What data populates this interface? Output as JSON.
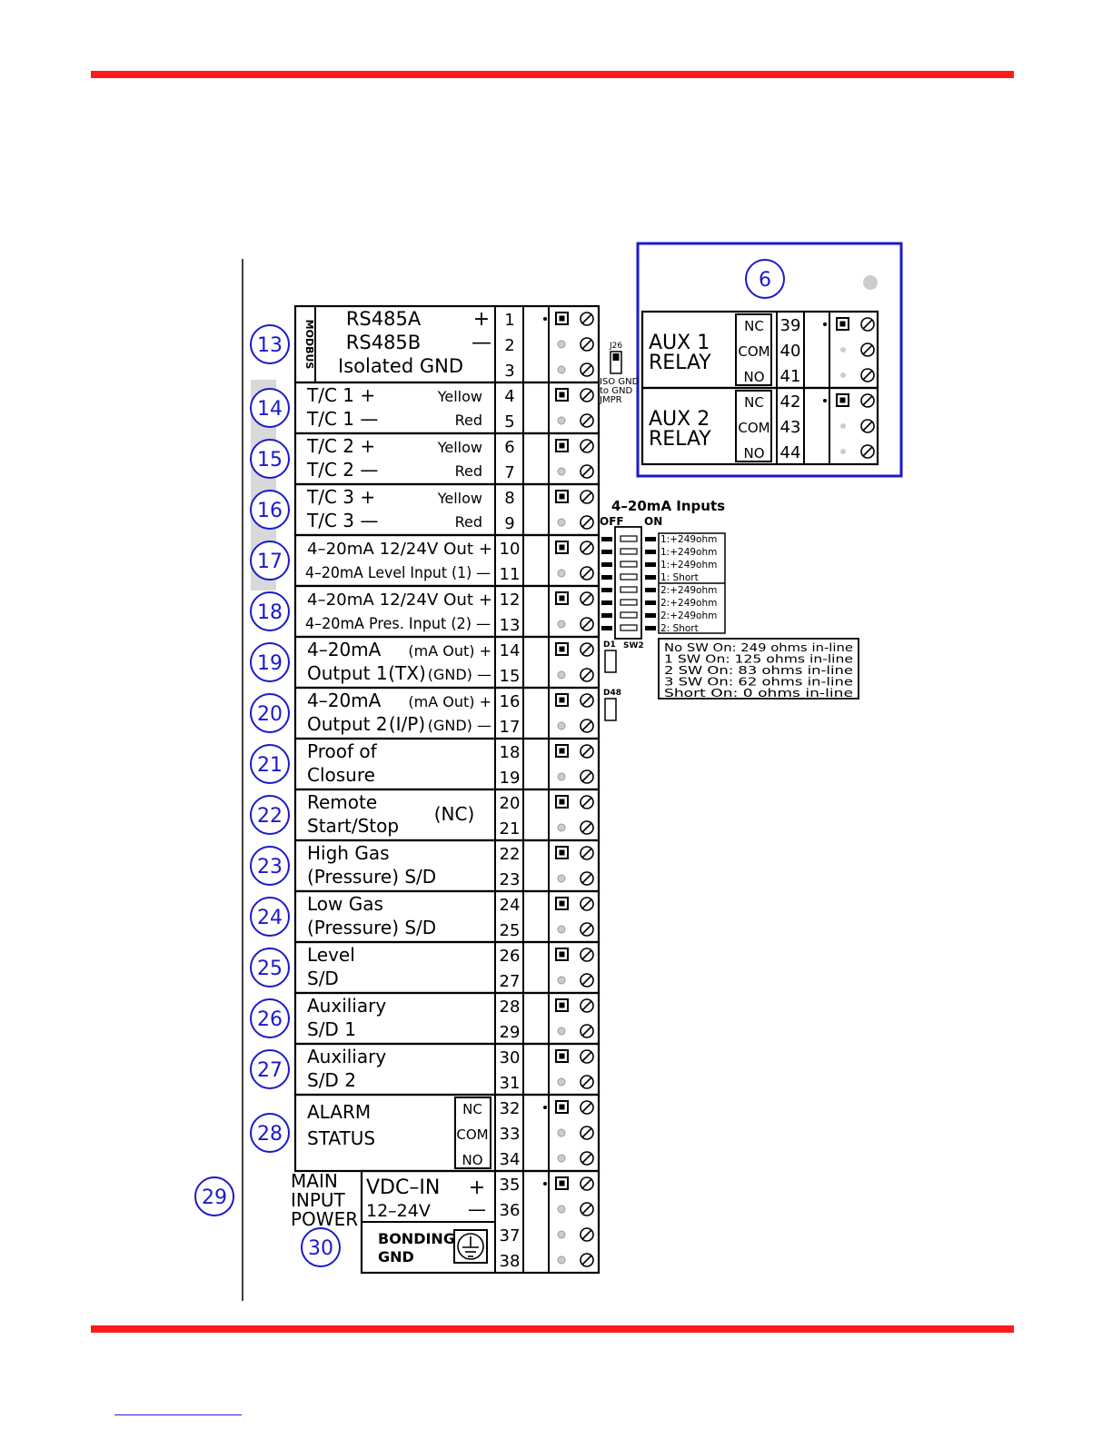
{
  "colors": {
    "rule": "#ff1a1a",
    "callout": "#1a1acc",
    "aux_box": "#1a1acc",
    "line": "#000000"
  },
  "modbus_label": "MODBUS",
  "rows": [
    {
      "b": [
        "13"
      ],
      "parts": [
        {
          "t": "RS485A",
          "pos": "c1",
          "r": 1
        },
        {
          "t": "+",
          "pos": "sign",
          "r": 1
        },
        {
          "t": "RS485B",
          "pos": "c2",
          "r": 2
        },
        {
          "t": "—",
          "pos": "sign",
          "r": 2
        },
        {
          "t": "Isolated GND",
          "pos": "c3",
          "r": 3
        }
      ],
      "terms": [
        "1",
        "2",
        "3"
      ],
      "dot": true,
      "modbus": true
    },
    {
      "b": [
        "14"
      ],
      "parts": [
        {
          "t": "T/C 1 +",
          "pos": "l",
          "r": 1
        },
        {
          "t": "Yellow",
          "pos": "rs",
          "r": 1
        },
        {
          "t": "T/C 1 —",
          "pos": "l",
          "r": 2
        },
        {
          "t": "Red",
          "pos": "rs",
          "r": 2
        }
      ],
      "terms": [
        "4",
        "5"
      ]
    },
    {
      "b": [
        "15"
      ],
      "parts": [
        {
          "t": "T/C 2 +",
          "pos": "l",
          "r": 1
        },
        {
          "t": "Yellow",
          "pos": "rs",
          "r": 1
        },
        {
          "t": "T/C 2 —",
          "pos": "l",
          "r": 2
        },
        {
          "t": "Red",
          "pos": "rs",
          "r": 2
        }
      ],
      "terms": [
        "6",
        "7"
      ]
    },
    {
      "b": [
        "16"
      ],
      "parts": [
        {
          "t": "T/C 3 +",
          "pos": "l",
          "r": 1
        },
        {
          "t": "Yellow",
          "pos": "rs",
          "r": 1
        },
        {
          "t": "T/C 3 —",
          "pos": "l",
          "r": 2
        },
        {
          "t": "Red",
          "pos": "rs",
          "r": 2
        }
      ],
      "terms": [
        "8",
        "9"
      ]
    },
    {
      "b": [
        "17"
      ],
      "parts": [
        {
          "t": "4–20mA 12/24V Out +",
          "pos": "l",
          "r": 1
        },
        {
          "t": "4–20mA Level Input (1) —",
          "pos": "ls",
          "r": 2
        }
      ],
      "terms": [
        "10",
        "11"
      ]
    },
    {
      "b": [
        "18"
      ],
      "parts": [
        {
          "t": "4–20mA 12/24V Out +",
          "pos": "l",
          "r": 1
        },
        {
          "t": "4–20mA Pres. Input (2) —",
          "pos": "ls",
          "r": 2
        }
      ],
      "terms": [
        "12",
        "13"
      ]
    },
    {
      "b": [
        "19"
      ],
      "parts": [
        {
          "t": "4–20mA",
          "pos": "l",
          "r": 1
        },
        {
          "t": "(mA Out) +",
          "pos": "r",
          "r": 1
        },
        {
          "t": "Output 1",
          "pos": "l",
          "r": 2
        },
        {
          "t": "(TX)",
          "pos": "mid",
          "r": 2
        },
        {
          "t": "(GND) —",
          "pos": "r",
          "r": 2
        }
      ],
      "terms": [
        "14",
        "15"
      ]
    },
    {
      "b": [
        "20"
      ],
      "parts": [
        {
          "t": "4–20mA",
          "pos": "l",
          "r": 1
        },
        {
          "t": "(mA Out) +",
          "pos": "r",
          "r": 1
        },
        {
          "t": "Output 2",
          "pos": "l",
          "r": 2
        },
        {
          "t": "(I/P)",
          "pos": "mid",
          "r": 2
        },
        {
          "t": "(GND) —",
          "pos": "r",
          "r": 2
        }
      ],
      "terms": [
        "16",
        "17"
      ]
    },
    {
      "b": [
        "21"
      ],
      "parts": [
        {
          "t": "Proof of",
          "pos": "l",
          "r": 1
        },
        {
          "t": "Closure",
          "pos": "l",
          "r": 2
        }
      ],
      "terms": [
        "18",
        "19"
      ]
    },
    {
      "b": [
        "22"
      ],
      "parts": [
        {
          "t": "Remote",
          "pos": "l",
          "r": 1
        },
        {
          "t": "Start/Stop",
          "pos": "l",
          "r": 2
        },
        {
          "t": "(NC)",
          "pos": "mid2",
          "r": 1.5
        }
      ],
      "terms": [
        "20",
        "21"
      ]
    },
    {
      "b": [
        "23"
      ],
      "parts": [
        {
          "t": "High Gas",
          "pos": "l",
          "r": 1
        },
        {
          "t": "(Pressure) S/D",
          "pos": "l",
          "r": 2
        }
      ],
      "terms": [
        "22",
        "23"
      ]
    },
    {
      "b": [
        "24"
      ],
      "parts": [
        {
          "t": "Low Gas",
          "pos": "l",
          "r": 1
        },
        {
          "t": "(Pressure) S/D",
          "pos": "l",
          "r": 2
        }
      ],
      "terms": [
        "24",
        "25"
      ]
    },
    {
      "b": [
        "25"
      ],
      "parts": [
        {
          "t": "Level",
          "pos": "l",
          "r": 1
        },
        {
          "t": "S/D",
          "pos": "l",
          "r": 2
        }
      ],
      "terms": [
        "26",
        "27"
      ]
    },
    {
      "b": [
        "26"
      ],
      "parts": [
        {
          "t": "Auxiliary",
          "pos": "l",
          "r": 1
        },
        {
          "t": "S/D 1",
          "pos": "l",
          "r": 2
        }
      ],
      "terms": [
        "28",
        "29"
      ]
    },
    {
      "b": [
        "27"
      ],
      "parts": [
        {
          "t": "Auxiliary",
          "pos": "l",
          "r": 1
        },
        {
          "t": "S/D 2",
          "pos": "l",
          "r": 2
        }
      ],
      "terms": [
        "30",
        "31"
      ]
    },
    {
      "b": [
        "28"
      ],
      "parts": [
        {
          "t": "ALARM",
          "pos": "l",
          "r": 1.2
        },
        {
          "t": "STATUS",
          "pos": "l",
          "r": 2.3
        }
      ],
      "sub": [
        "NC",
        "COM",
        "NO"
      ],
      "terms": [
        "32",
        "33",
        "34"
      ],
      "dot": true
    }
  ],
  "power": {
    "callout": "29",
    "label_lines": [
      "MAIN",
      "INPUT",
      "POWER"
    ],
    "callout2": "30",
    "vdc": "VDC–IN",
    "volts": "12–24V",
    "plus": "+",
    "minus": "—",
    "bonding": [
      "BONDING",
      "GND"
    ],
    "terms": [
      "35",
      "36",
      "37",
      "38"
    ]
  },
  "aux": {
    "callout": "6",
    "relays": [
      {
        "name": [
          "AUX 1",
          "RELAY"
        ],
        "sub": [
          "NC",
          "COM",
          "NO"
        ],
        "terms": [
          "39",
          "40",
          "41"
        ]
      },
      {
        "name": [
          "AUX 2",
          "RELAY"
        ],
        "sub": [
          "NC",
          "COM",
          "NO"
        ],
        "terms": [
          "42",
          "43",
          "44"
        ]
      }
    ]
  },
  "jumper": {
    "ref": "J26",
    "lines": [
      "ISO GND",
      "to GND",
      "JMPR"
    ]
  },
  "dip": {
    "title": "4–20mA Inputs",
    "off": "OFF",
    "on": "ON",
    "sw_ref": "SW2",
    "labels": [
      "1:+249ohm",
      "1:+249ohm",
      "1:+249ohm",
      "1: Short",
      "2:+249ohm",
      "2:+249ohm",
      "2:+249ohm",
      "2: Short"
    ],
    "leds": [
      "D1",
      "D48"
    ]
  },
  "ohm_table": [
    "No SW On: 249 ohms in-line",
    "1 SW On: 125 ohms in-line",
    "2 SW On: 83 ohms in-line",
    "3 SW On: 62 ohms in-line",
    "Short On: 0 ohms in-line"
  ]
}
